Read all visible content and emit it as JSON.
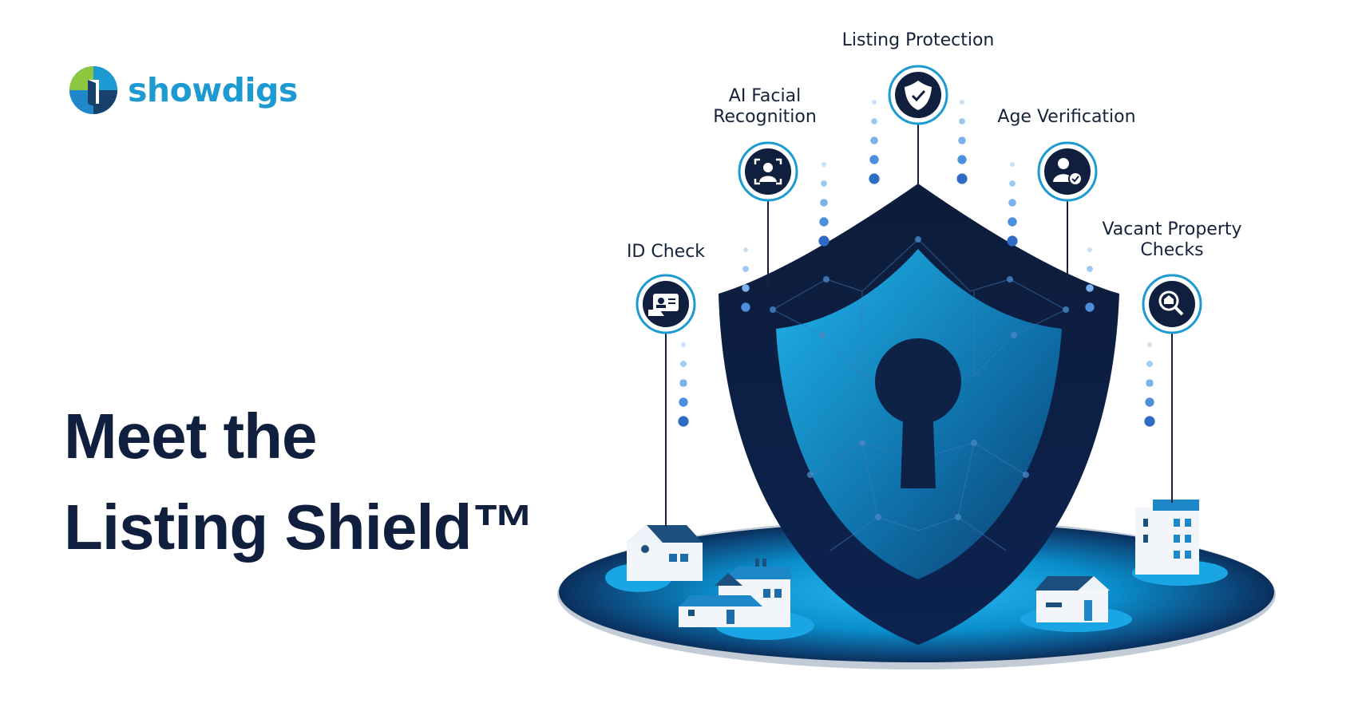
{
  "brand": {
    "name": "showdigs",
    "colors": {
      "navy": "#0f1f3d",
      "blue": "#1c9ad1",
      "green": "#8dc63f",
      "light_blue": "#9cc9f2"
    }
  },
  "headline": {
    "line1": "Meet the",
    "line2": "Listing Shield™"
  },
  "features": [
    {
      "id": "id-check",
      "label_lines": [
        "ID Check"
      ],
      "icon": "id-card-icon"
    },
    {
      "id": "facial-recognition",
      "label_lines": [
        "AI Facial",
        "Recognition"
      ],
      "icon": "face-scan-icon"
    },
    {
      "id": "listing-protection",
      "label_lines": [
        "Listing Protection"
      ],
      "icon": "shield-check-icon"
    },
    {
      "id": "age-verification",
      "label_lines": [
        "Age Verification"
      ],
      "icon": "user-check-icon"
    },
    {
      "id": "vacant-property",
      "label_lines": [
        "Vacant Property",
        "Checks"
      ],
      "icon": "house-search-icon"
    }
  ]
}
